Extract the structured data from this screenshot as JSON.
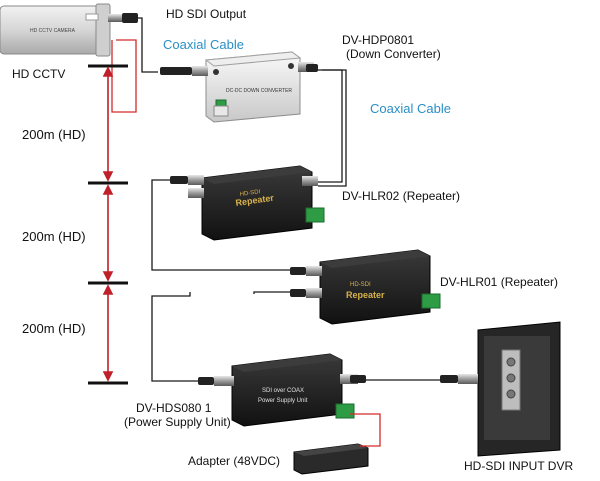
{
  "labels": {
    "hd_sdi_output": "HD    SDI Output",
    "coaxial_cable_1": "Coaxial Cable",
    "coaxial_cable_2": "Coaxial Cable",
    "hd_cctv": "HD CCTV",
    "dv_hdp0801": "DV-HDP0801",
    "down_converter": "(Down  Converter)",
    "dv_hlr02": "DV-HLR02  (Repeater)",
    "dv_hlr01": "DV-HLR01  (Repeater)",
    "dv_hds0801": "DV-HDS080 1",
    "power_supply_unit": "(Power Supply Unit)",
    "adapter": "Adapter (48VDC)",
    "dvr": "HD-SDI INPUT DVR"
  },
  "distances": [
    "200m (HD)",
    "200m (HD)",
    "200m (HD)"
  ],
  "device_text": {
    "camera": "HD CCTV CAMERA",
    "down_converter_face": "DC-DC DOWN CONVERTER",
    "repeater_top": "Repeater",
    "repeater_sub": "HD-SDI",
    "psu_line1": "SDI over COAX",
    "psu_line2": "Power Supply Unit"
  },
  "colors": {
    "distance_arrow": "#c0202a",
    "power_wire": "#d42a2a",
    "coax_label": "#2a8fc7",
    "device_dark": "#1b1b1b",
    "terminal_green": "#2e9b45"
  }
}
